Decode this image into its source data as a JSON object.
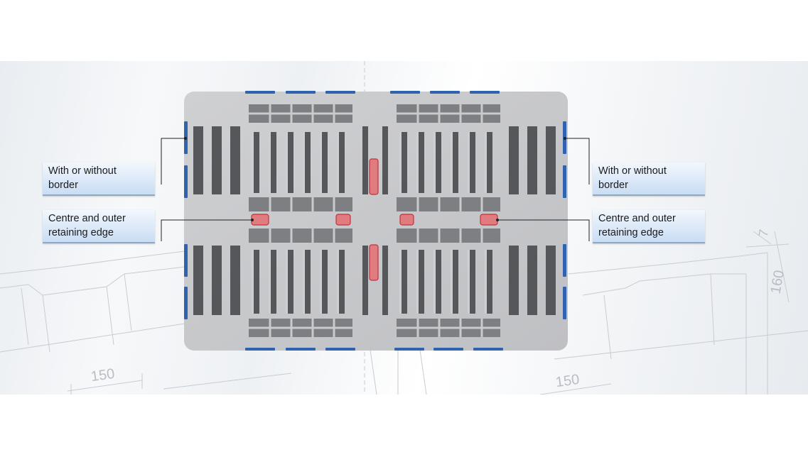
{
  "callouts": {
    "left_border": "With or without\nborder",
    "left_edge": "Centre and outer\nretaining edge",
    "right_border": "With or without\nborder",
    "right_edge": "Centre and outer\nretaining edge"
  },
  "dimensions": {
    "left_bottom": "150",
    "right_bottom": "150",
    "right_side": "160",
    "right_top": "7"
  },
  "colors": {
    "border_marker": "#2f63b0",
    "retaining_marker": "#e07b80",
    "pallet": "#c9cacc",
    "callout_fill": "#d6e6f8"
  }
}
